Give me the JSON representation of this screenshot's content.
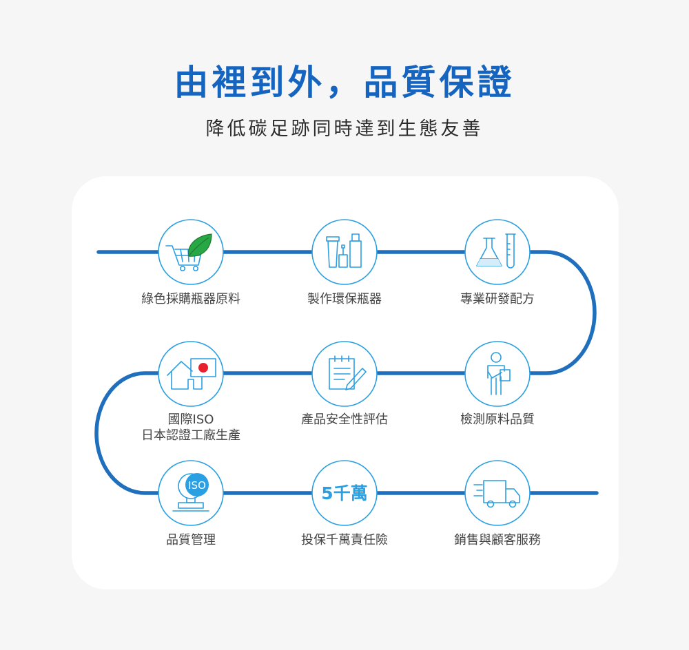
{
  "header": {
    "title": "由裡到外，品質保證",
    "subtitle": "降低碳足跡同時達到生態友善"
  },
  "steps": [
    {
      "label": "綠色採購瓶器原料",
      "icon": "cart-leaf-icon"
    },
    {
      "label": "製作環保瓶器",
      "icon": "bottles-icon"
    },
    {
      "label": "專業研發配方",
      "icon": "lab-flask-icon"
    },
    {
      "label": "國際ISO\n日本認證工廠生產",
      "icon": "japan-factory-icon"
    },
    {
      "label": "產品安全性評估",
      "icon": "clipboard-pencil-icon"
    },
    {
      "label": "檢測原料品質",
      "icon": "inspector-icon"
    },
    {
      "label": "品質管理",
      "icon": "iso-stamp-icon",
      "badge": "ISO"
    },
    {
      "label": "投保千萬責任險",
      "icon": "insurance-badge-icon",
      "badge": "5千萬"
    },
    {
      "label": "銷售與顧客服務",
      "icon": "delivery-truck-icon"
    }
  ],
  "colors": {
    "title": "#1565c0",
    "path": "#1f6fbd",
    "icon": "#2a9fe2",
    "leaf": "#28a745",
    "flag_dot": "#e8212f"
  }
}
